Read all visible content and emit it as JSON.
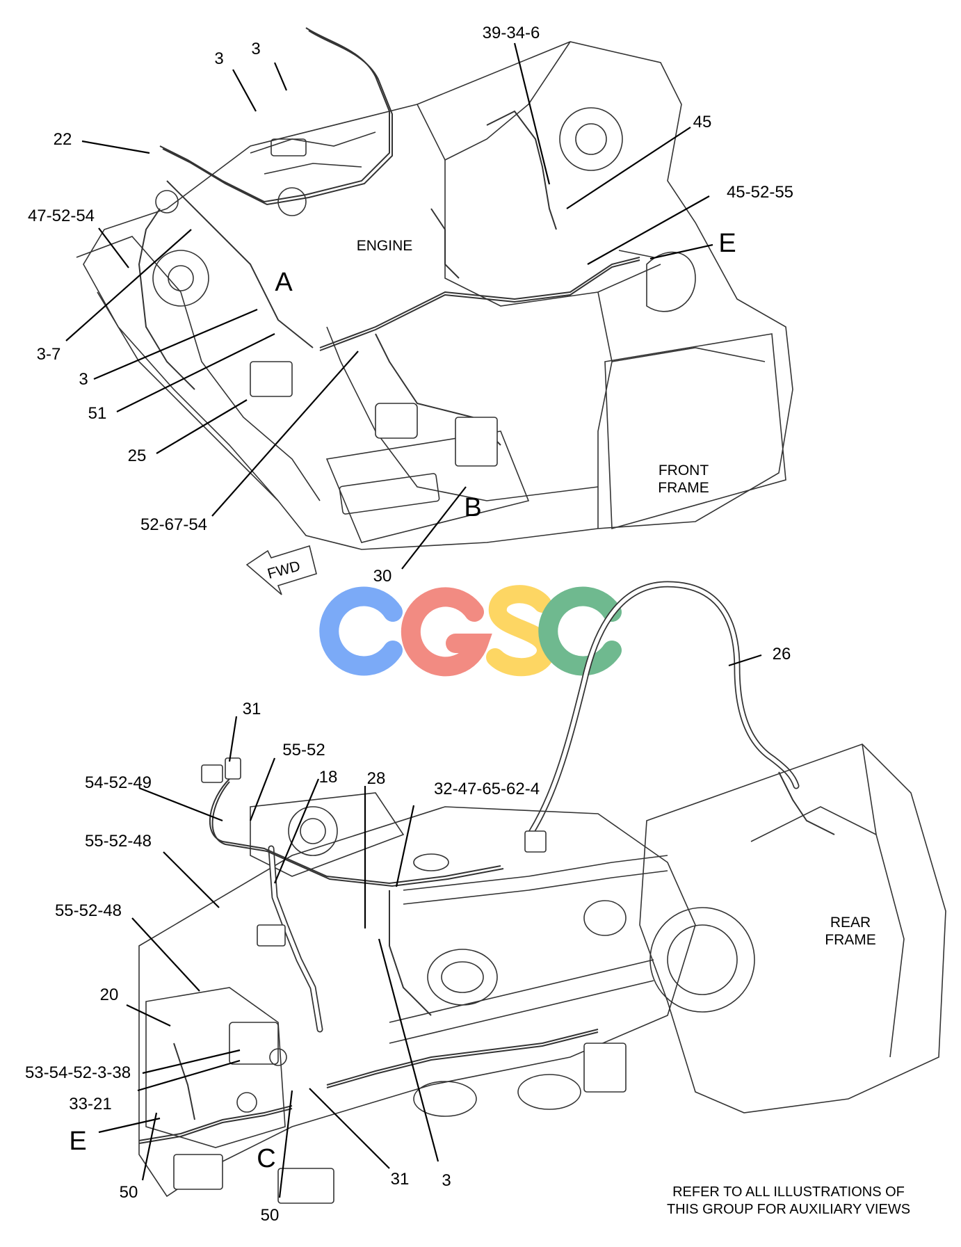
{
  "diagram": {
    "top_view": {
      "labels": {
        "engine": "ENGINE",
        "front_frame_line1": "FRONT",
        "front_frame_line2": "FRAME",
        "fwd": "FWD"
      },
      "callouts": {
        "c_39_34_6": "39-34-6",
        "c_3_a": "3",
        "c_3_b": "3",
        "c_22": "22",
        "c_45": "45",
        "c_45_52_55": "45-52-55",
        "c_47_52_54": "47-52-54",
        "c_E_top": "E",
        "c_A": "A",
        "c_3_7": "3-7",
        "c_3_c": "3",
        "c_51": "51",
        "c_25": "25",
        "c_B": "B",
        "c_52_67_54": "52-67-54",
        "c_30": "30"
      }
    },
    "watermark": {
      "letters": [
        "C",
        "G",
        "S",
        "C"
      ],
      "colors": [
        "#7baaf7",
        "#f28b82",
        "#fdd663",
        "#6fb98f"
      ]
    },
    "bottom_view": {
      "labels": {
        "rear_frame_line1": "REAR",
        "rear_frame_line2": "FRAME"
      },
      "callouts": {
        "c_26": "26",
        "c_31_top": "31",
        "c_55_52_top": "55-52",
        "c_54_52_49": "54-52-49",
        "c_18": "18",
        "c_28": "28",
        "c_32_47_65_62_4": "32-47-65-62-4",
        "c_55_52_48_a": "55-52-48",
        "c_55_52_48_b": "55-52-48",
        "c_20": "20",
        "c_53_54_52_3_38": "53-54-52-3-38",
        "c_33_21": "33-21",
        "c_E_bottom": "E",
        "c_C": "C",
        "c_50_a": "50",
        "c_50_b": "50",
        "c_31_bottom": "31",
        "c_3_bottom": "3"
      },
      "note_line1": "REFER TO ALL ILLUSTRATIONS OF",
      "note_line2": "THIS GROUP FOR AUXILIARY VIEWS"
    }
  }
}
